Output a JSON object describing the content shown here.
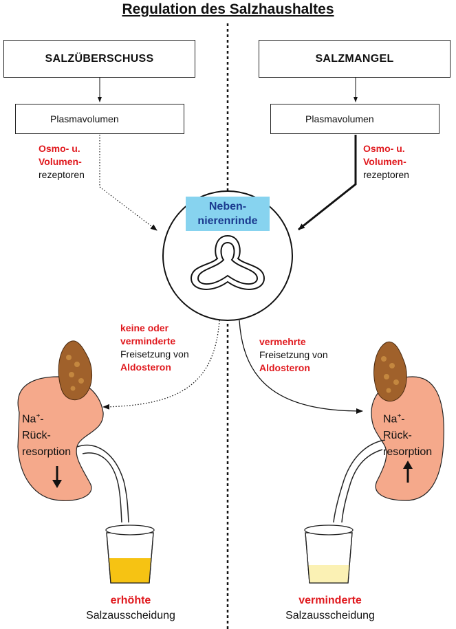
{
  "title": "Regulation des Salzhaushaltes",
  "left": {
    "state": "SALZÜBERSCHUSS",
    "plasma": "Plasmavolumen",
    "receptor_red1": "Osmo- u.",
    "receptor_red2": "Volumen-",
    "receptor_black": "rezeptoren",
    "release_red1": "keine oder",
    "release_red2": "verminderte",
    "release_black": "Freisetzung von",
    "release_hormone": "Aldosteron",
    "kidney_na": "Na",
    "kidney_sup": "+",
    "kidney_dash": "-",
    "kidney_l2": "Rück-",
    "kidney_l3": "resorption",
    "result_red": "erhöhte",
    "result_black": "Salzausscheidung"
  },
  "right": {
    "state": "SALZMANGEL",
    "plasma": "Plasmavolumen",
    "receptor_red1": "Osmo- u.",
    "receptor_red2": "Volumen-",
    "receptor_black": "rezeptoren",
    "release_red": "vermehrte",
    "release_black": "Freisetzung von",
    "release_hormone": "Aldosteron",
    "kidney_na": "Na",
    "kidney_sup": "+",
    "kidney_dash": "-",
    "kidney_l2": "Rück-",
    "kidney_l3": "resorption",
    "result_red": "verminderte",
    "result_black": "Salzausscheidung"
  },
  "center": {
    "organ_line1": "Neben-",
    "organ_line2": "nierenrinde"
  },
  "colors": {
    "accent_red": "#e0191e",
    "organ_label_bg": "#87d3ef",
    "organ_label_text": "#1b3a8f",
    "kidney": "#f5a98b",
    "adrenal": "#a0612b",
    "urine_high": "#f6c313",
    "urine_low": "#fbf1b4"
  }
}
